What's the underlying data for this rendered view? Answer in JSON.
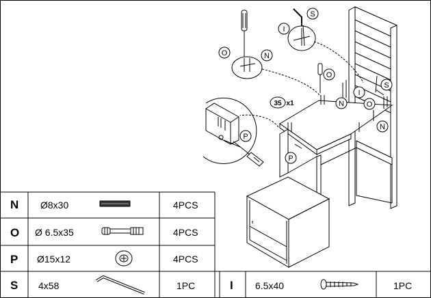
{
  "diagram": {
    "step_badge": "35",
    "step_multiplier": "x1",
    "callouts": [
      "N",
      "O",
      "P",
      "S",
      "I"
    ]
  },
  "parts": [
    {
      "code": "N",
      "size": "Ø8x30",
      "qty": "4PCS",
      "icon": "dowel-icon"
    },
    {
      "code": "O",
      "size": "Ø 6.5x35",
      "qty": "4PCS",
      "icon": "cam-bolt-icon"
    },
    {
      "code": "P",
      "size": "Ø15x12",
      "qty": "4PCS",
      "icon": "cam-lock-icon"
    },
    {
      "code": "S",
      "size": "4x58",
      "qty": "1PC",
      "icon": "allen-key-icon"
    }
  ],
  "parts_extra": {
    "code": "I",
    "size": "6.5x40",
    "qty": "1PC",
    "icon": "screw-icon"
  }
}
